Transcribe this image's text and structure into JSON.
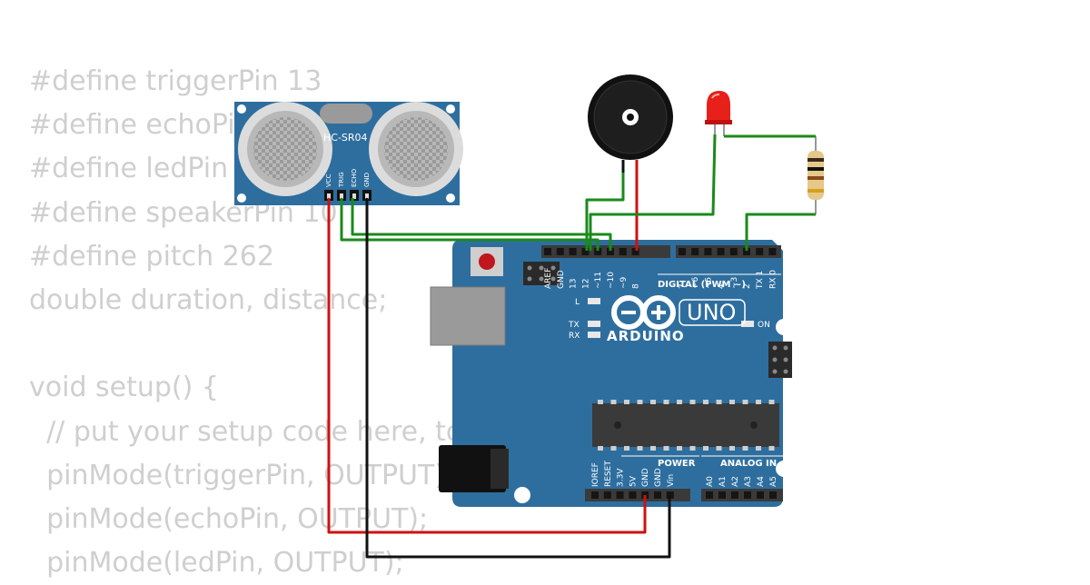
{
  "code_lines": [
    "#define triggerPin 13",
    "#define echoPin 12",
    "#define ledPin 11",
    "#define speakerPin 10",
    "#define pitch 262",
    "double duration, distance;",
    "",
    "void setup() {",
    "  // put your setup code here, to run once:",
    "  pinMode(triggerPin, OUTPUT);",
    "  pinMode(echoPin, OUTPUT);",
    "  pinMode(ledPin, OUTPUT);"
  ],
  "sensor": {
    "label": "HC-SR04",
    "pins": [
      "VCC",
      "TRIG",
      "ECHO",
      "GND"
    ]
  },
  "arduino": {
    "model": "UNO",
    "brand": "ARDUINO",
    "digital_header_label": "DIGITAL (PWM ~)",
    "digital_pins_left": [
      "AREF",
      "GND",
      "13",
      "12",
      "~11",
      "~10",
      "~9",
      "8"
    ],
    "digital_pins_right": [
      "7",
      "~6",
      "~5",
      "4",
      "~3",
      "2",
      "TX 1",
      "RX 0"
    ],
    "power_header_label": "POWER",
    "power_pins": [
      "IOREF",
      "RESET",
      "3.3V",
      "5V",
      "GND",
      "GND",
      "Vin"
    ],
    "analog_header_label": "ANALOG IN",
    "analog_pins": [
      "A0",
      "A1",
      "A2",
      "A3",
      "A4",
      "A5"
    ],
    "led_labels": {
      "l": "L",
      "tx": "TX",
      "rx": "RX",
      "on": "ON"
    }
  },
  "colors": {
    "board": "#2e6e9e",
    "wire_green": "#1a8a1a",
    "wire_red": "#d01010",
    "wire_black": "#111111",
    "code_text": "#cfcfcf"
  }
}
